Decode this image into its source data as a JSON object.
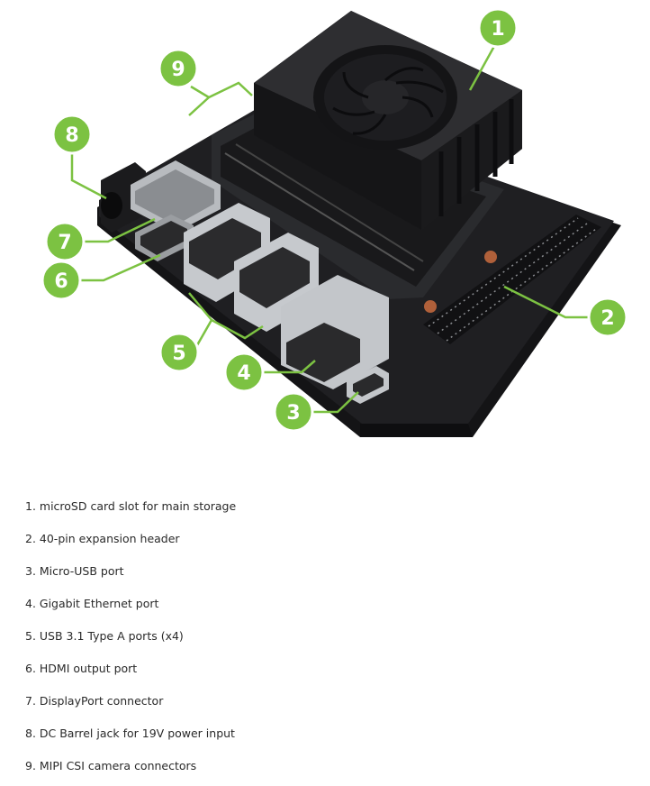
{
  "colors": {
    "callout_fill": "#7cc242",
    "callout_ring": "#ffffff",
    "leader_line": "#7cc242",
    "board": "#1d1d1f",
    "heatsink": "#222224",
    "port_metal": "#c9ccd0",
    "text": "#2a2a2a"
  },
  "figure": {
    "callouts": [
      "1",
      "2",
      "3",
      "4",
      "5",
      "6",
      "7",
      "8",
      "9"
    ]
  },
  "legend": {
    "items": [
      "1. microSD card slot for main storage",
      "2. 40-pin expansion header",
      "3. Micro-USB port",
      "4. Gigabit Ethernet port",
      "5. USB 3.1 Type A ports (x4)",
      "6. HDMI output port",
      "7. DisplayPort connector",
      "8. DC Barrel jack for 19V power input",
      "9. MIPI CSI camera connectors"
    ]
  }
}
